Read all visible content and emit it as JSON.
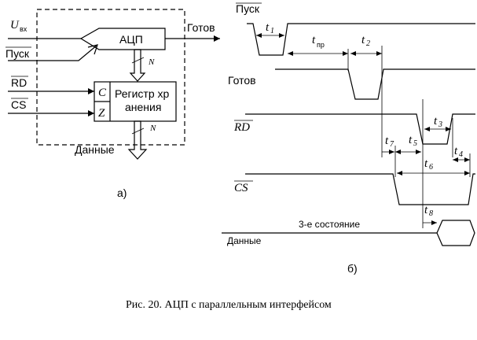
{
  "block": {
    "uin_main": "U",
    "uin_sub": "вх",
    "pusk": "Пуск",
    "rd": "RD",
    "cs": "CS",
    "adc": "АЦП",
    "n_top": "N",
    "n_bottom": "N",
    "reg_c": "C",
    "reg_z": "Z",
    "reg_line1": "Регистр хр",
    "reg_line2": "анения",
    "gotov": "Готов",
    "dannye": "Данные",
    "panel_label": "а)"
  },
  "timing": {
    "pusk": "Пуск",
    "gotov": "Готов",
    "rd": "RD",
    "cs": "CS",
    "dannye": "Данные",
    "third_state": "3-е состояние",
    "panel_label": "б)",
    "t1": "1",
    "tpr": "пр",
    "t2": "2",
    "t3": "3",
    "t4": "4",
    "t5": "5",
    "t6": "6",
    "t7": "7",
    "t8": "8",
    "t_letter": "t"
  },
  "caption": "Рис. 20. АЦП с параллельным интерфейсом"
}
